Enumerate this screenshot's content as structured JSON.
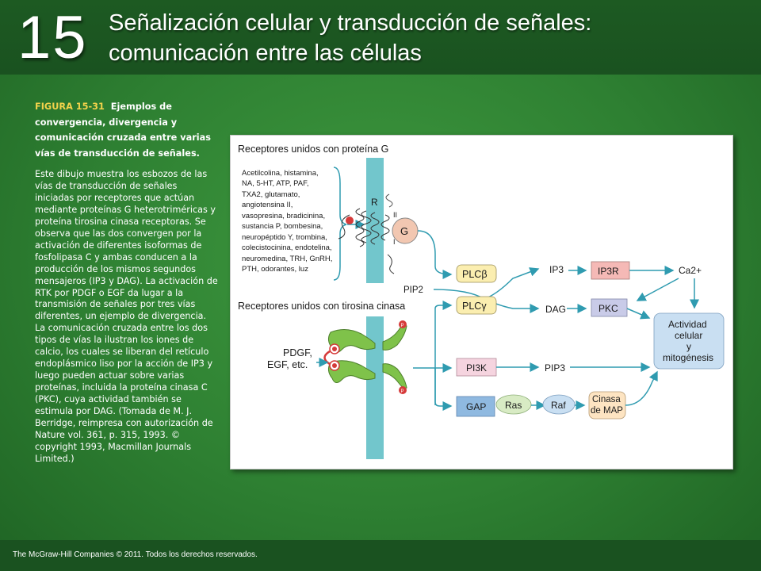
{
  "header": {
    "chapter_number": "15",
    "title_line1": "Señalización celular y transducción de señales:",
    "title_line2": "comunicación entre las células"
  },
  "caption": {
    "figure_label": "FIGURA 15-31",
    "heading": "Ejemplos de convergencia, divergencia y comunicación cruzada entre varias vías de transducción de señales.",
    "body": "Este dibujo muestra los esbozos de las vías de transducción de señales iniciadas por receptores que actúan mediante proteínas G heterotriméricas y proteína tirosina cinasa receptoras. Se observa que las dos convergen por la activación de diferentes isoformas de fosfolipasa C y ambas conducen a la producción de los mismos segundos mensajeros (IP3 y DAG). La activación de RTK por PDGF o EGF da lugar a la transmisión de señales por tres vías diferentes, un ejemplo de divergencia. La comunicación cruzada entre los dos tipos de vías la ilustran los iones de calcio, los cuales se liberan del retículo endoplásmico liso por la acción de IP3 y luego pueden actuar sobre varias proteínas, incluida la proteína cinasa C (PKC), cuya actividad también se estimula por DAG. (Tomada de M. J. Berridge, reimpresa con autorización de Nature vol. 361, p. 315, 1993. © copyright 1993, Macmillan Journals Limited.)"
  },
  "figure": {
    "section_gpcr": "Receptores unidos con proteína G",
    "section_rtk": "Receptores unidos con tirosina cinasa",
    "ligands": [
      "Acetilcolina, histamina,",
      "NA, 5-HT, ATP, PAF,",
      "TXA2, glutamato,",
      "angiotensina II,",
      "vasopresina, bradicinina,",
      "sustancia P, bombesina,",
      "neuropéptido Y, trombina,",
      "colecistocinina, endotelina,",
      "neuromedina, TRH, GnRH,",
      "PTH, odorantes, luz"
    ],
    "receptor_r": "R",
    "g_protein": "G",
    "pip2": "PIP2",
    "plc_beta": "PLCβ",
    "plc_gamma": "PLCγ",
    "ip3": "IP3",
    "ip3r": "IP3R",
    "ca": "Ca2+",
    "dag": "DAG",
    "pkc": "PKC",
    "activity": [
      "Actividad",
      "celular",
      "y",
      "mitogénesis"
    ],
    "growth_factors": [
      "PDGF,",
      "EGF, etc."
    ],
    "pi3k": "PI3K",
    "pip3": "PIP3",
    "gap": "GAP",
    "ras": "Ras",
    "raf": "Raf",
    "map_kinase": [
      "Cinasa",
      "de MAP"
    ],
    "phospho": "P",
    "colors": {
      "membrane": "#72c6cc",
      "plc_box": "#fbeeb0",
      "ip3r_box": "#f5b9b6",
      "pkc_box": "#c9cbe8",
      "activity_box": "#c9dff2",
      "pi3k_box": "#f5d4df",
      "gap_box": "#8fb9e0",
      "ras_oval": "#d8ebc4",
      "raf_oval": "#c9dff2",
      "map_box": "#fde4c2",
      "receptor_green": "#7fc24a",
      "arrow": "#2f9bb0",
      "phospho_red": "#d63a3a"
    }
  },
  "footer": {
    "copyright": "The McGraw-Hill Companies © 2011. Todos los derechos reservados."
  }
}
